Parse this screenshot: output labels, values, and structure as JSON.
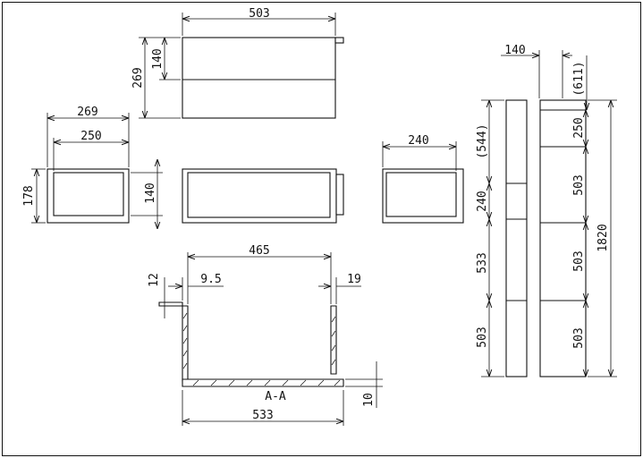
{
  "top_view": {
    "width": "503",
    "height": "269",
    "half_height": "140"
  },
  "side_view": {
    "outer_width": "269",
    "inner_width": "250",
    "outer_height": "178",
    "inner_height": "140"
  },
  "end_view": {
    "width": "240"
  },
  "section": {
    "label": "A-A",
    "inner_width": "465",
    "left_wall": "9.5",
    "right_wall": "19",
    "lip": "12",
    "outer_width": "533",
    "base": "10"
  },
  "stack_view": {
    "top_width": "140",
    "offset": "(611)",
    "left_total": "(544)",
    "left_upper": "240",
    "left_middle": "533",
    "left_lower": "503",
    "right_top": "250",
    "right_second": "503",
    "right_third": "503",
    "right_bottom": "503",
    "overall": "1820"
  }
}
